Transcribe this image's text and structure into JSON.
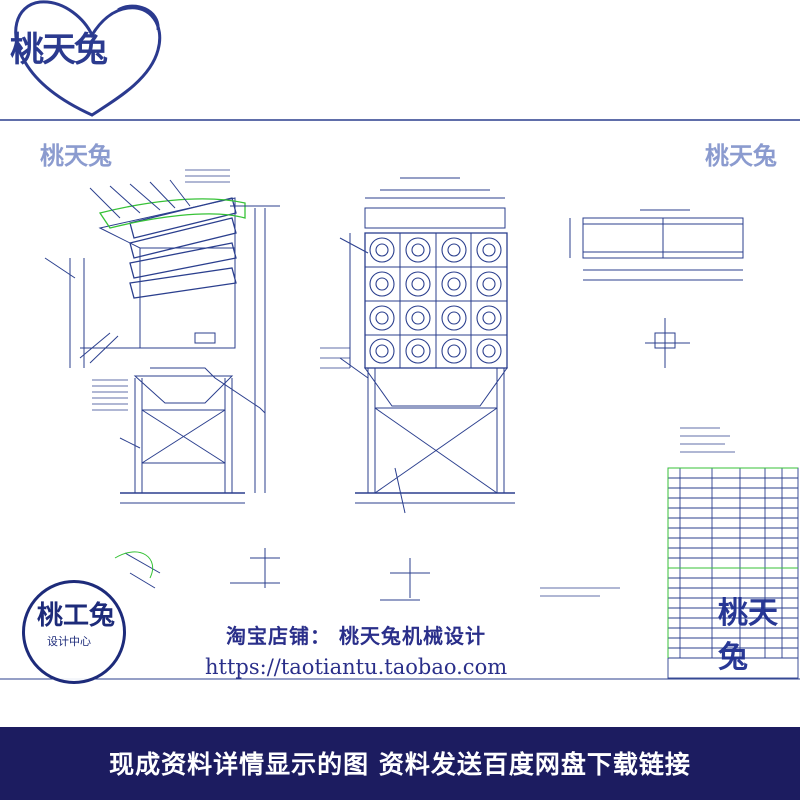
{
  "brand": {
    "logo_text": "桃天兔",
    "stamp_title": "桃工兔",
    "stamp_subtitle": "设计中心",
    "watermark_text": "桃天兔"
  },
  "shop": {
    "label": "淘宝店铺：  桃天兔机械设计",
    "url": "https://taotiantu.taobao.com"
  },
  "banner": {
    "text": "现成资料详情显示的图 资料发送百度网盘下载链接"
  },
  "colors": {
    "banner_bg": "#1c1c60",
    "brand_blue": "#2a2f8a",
    "drawing_line": "#2b3f8e",
    "highlight_green": "#37c237"
  }
}
